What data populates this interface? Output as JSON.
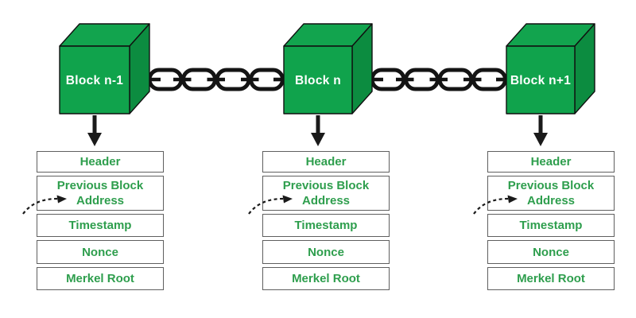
{
  "blocks": [
    {
      "label": "Block n-1",
      "fields": [
        "Header",
        "Previous Block Address",
        "Timestamp",
        "Nonce",
        "Merkel Root"
      ]
    },
    {
      "label": "Block n",
      "fields": [
        "Header",
        "Previous Block Address",
        "Timestamp",
        "Nonce",
        "Merkel Root"
      ]
    },
    {
      "label": "Block n+1",
      "fields": [
        "Header",
        "Previous Block Address",
        "Timestamp",
        "Nonce",
        "Merkel Root"
      ]
    }
  ],
  "colors": {
    "cube_green": "#10A34C",
    "cube_side_green": "#0C8C40",
    "field_text_green": "#2E9E4D",
    "line_black": "#141414",
    "box_border_gray": "#5F5F5F",
    "background": "#FFFFFF"
  },
  "icons": {
    "chain": "chain-link-icon",
    "down_arrow": "down-arrow-icon",
    "dashed_arrow": "dashed-arrow-icon"
  }
}
